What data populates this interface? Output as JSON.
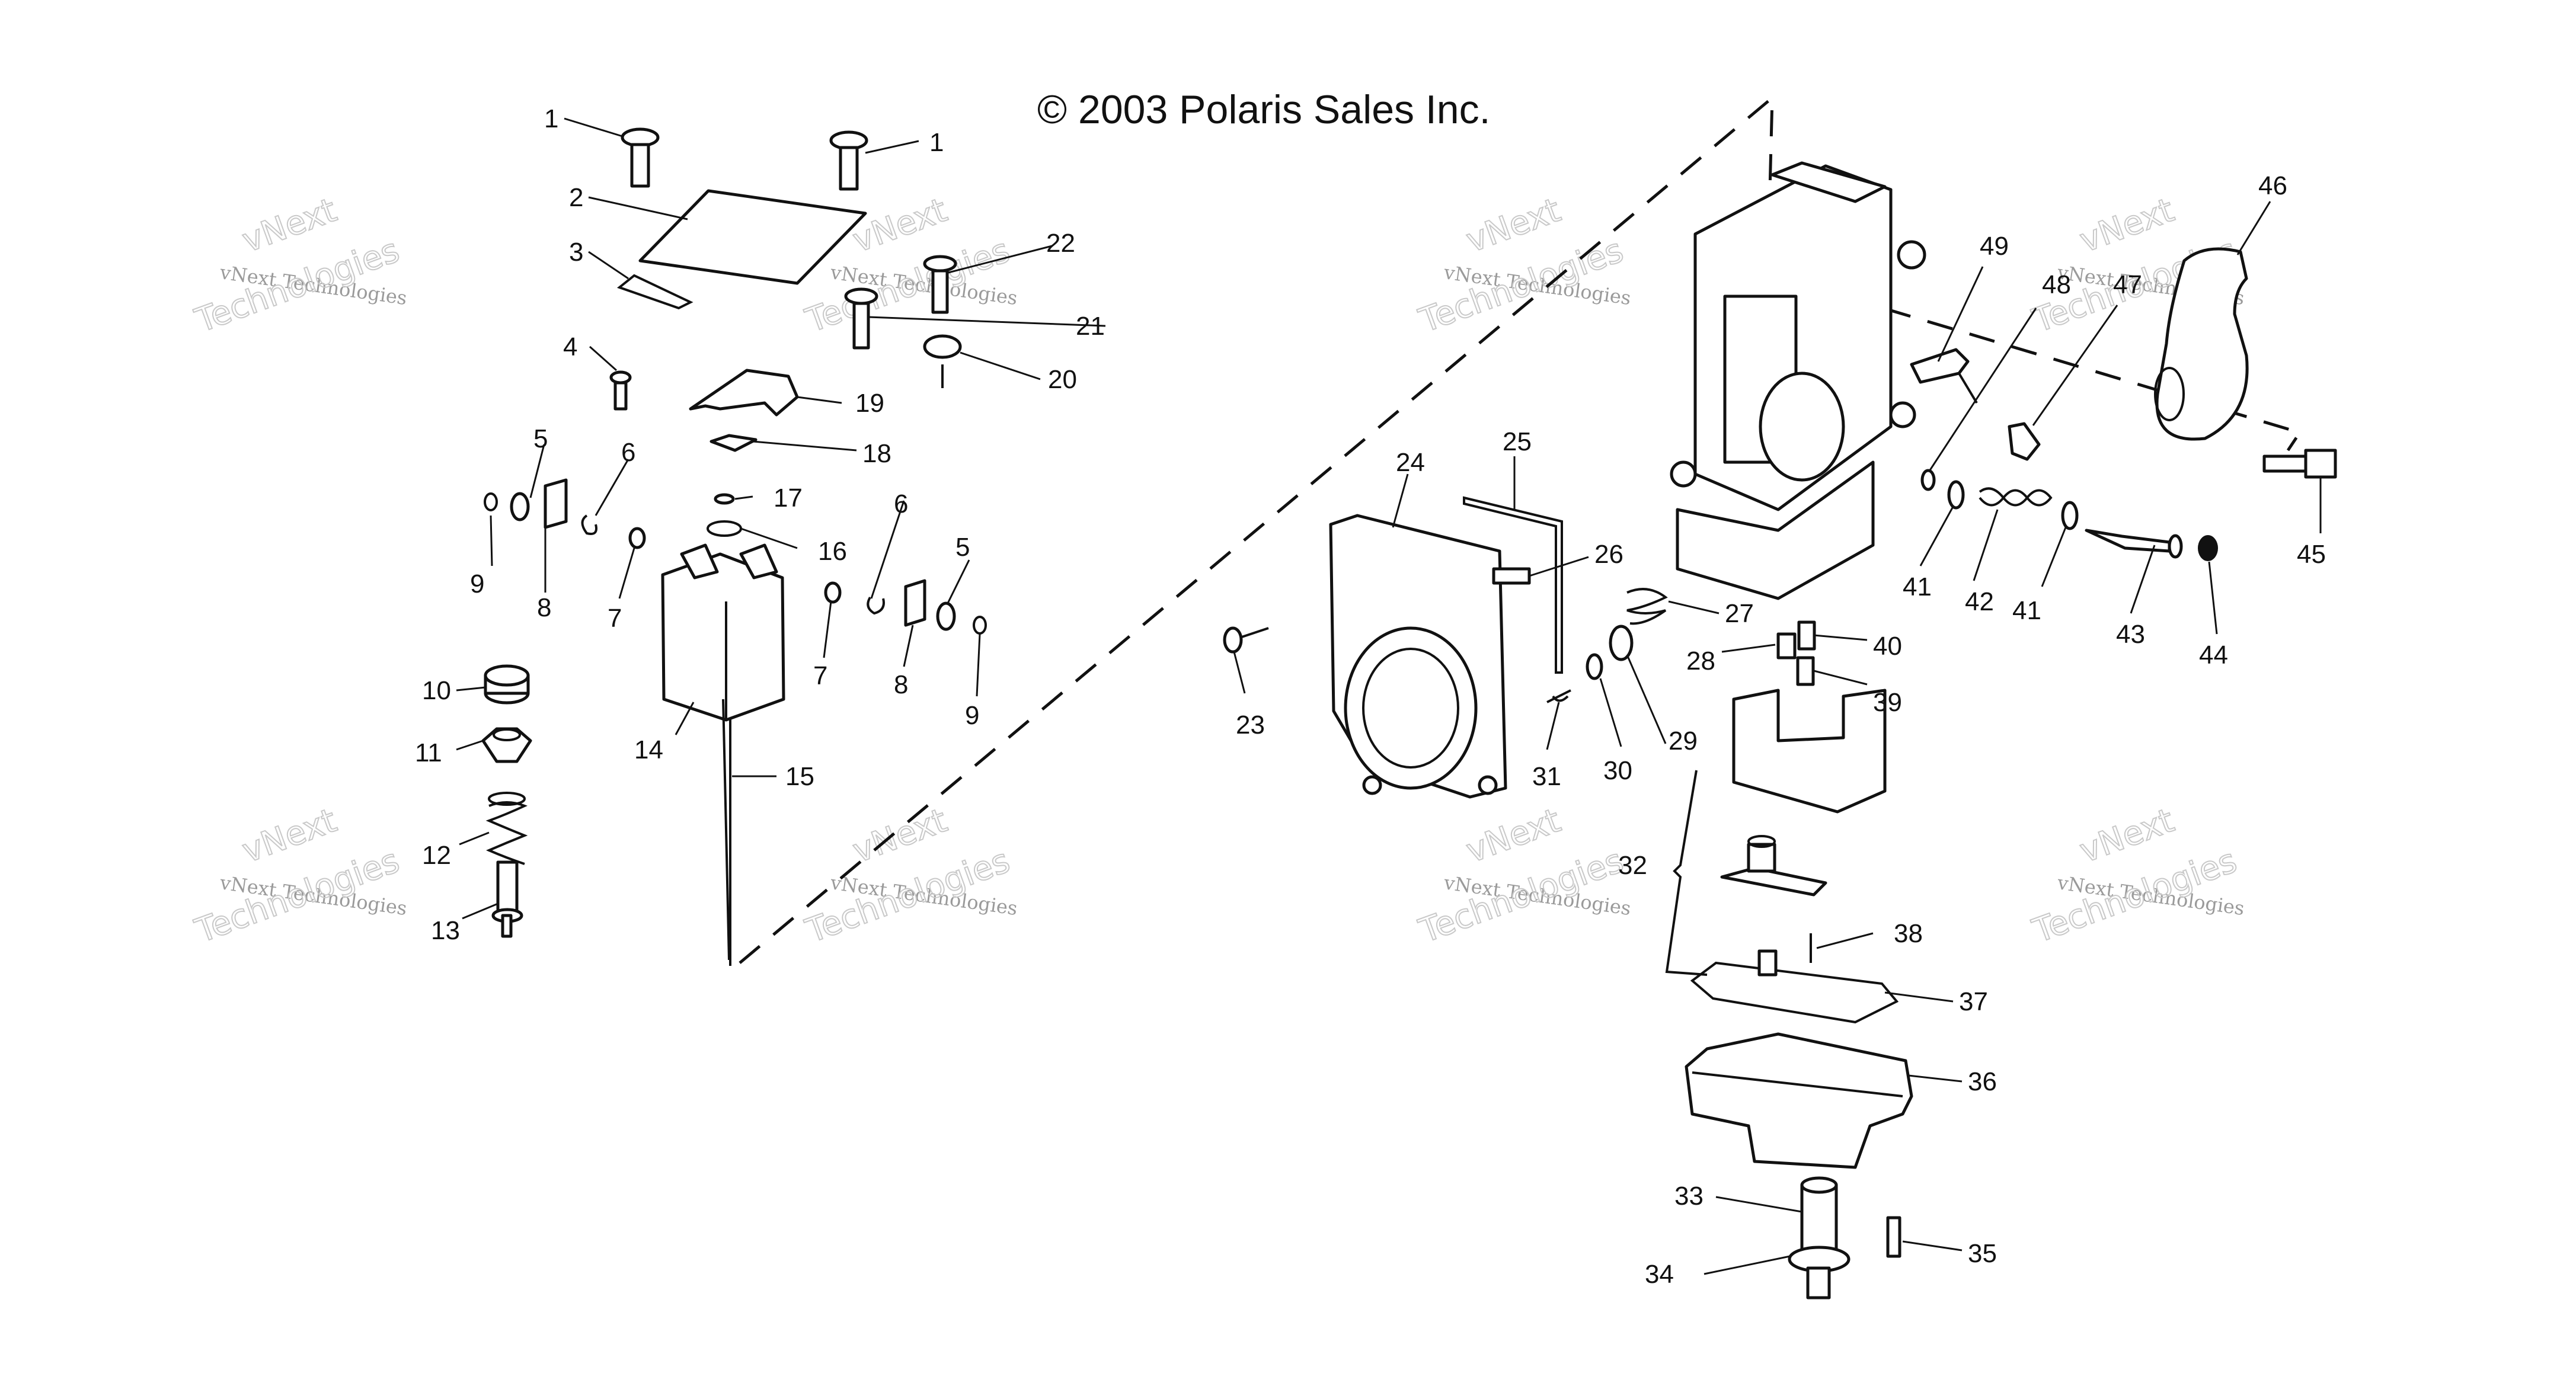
{
  "copyright": "© 2003 Polaris Sales Inc.",
  "watermark": {
    "line1": "vNext Technologies",
    "line2": "vNext",
    "line3": "Technologies"
  },
  "callouts": {
    "c1a": "1",
    "c1b": "1",
    "c2": "2",
    "c3": "3",
    "c4": "4",
    "c5a": "5",
    "c5b": "5",
    "c6a": "6",
    "c6b": "6",
    "c7a": "7",
    "c7b": "7",
    "c8a": "8",
    "c8b": "8",
    "c9a": "9",
    "c9b": "9",
    "c10": "10",
    "c11": "11",
    "c12": "12",
    "c13": "13",
    "c14": "14",
    "c15": "15",
    "c16": "16",
    "c17": "17",
    "c18": "18",
    "c19": "19",
    "c20": "20",
    "c21": "21",
    "c22": "22",
    "c23": "23",
    "c24": "24",
    "c25": "25",
    "c26": "26",
    "c27": "27",
    "c28": "28",
    "c29": "29",
    "c30": "30",
    "c31": "31",
    "c32": "32",
    "c33": "33",
    "c34": "34",
    "c35": "35",
    "c36": "36",
    "c37": "37",
    "c38": "38",
    "c39": "39",
    "c40": "40",
    "c41a": "41",
    "c41b": "41",
    "c42": "42",
    "c43": "43",
    "c44": "44",
    "c45": "45",
    "c46": "46",
    "c47": "47",
    "c48": "48",
    "c49": "49"
  }
}
